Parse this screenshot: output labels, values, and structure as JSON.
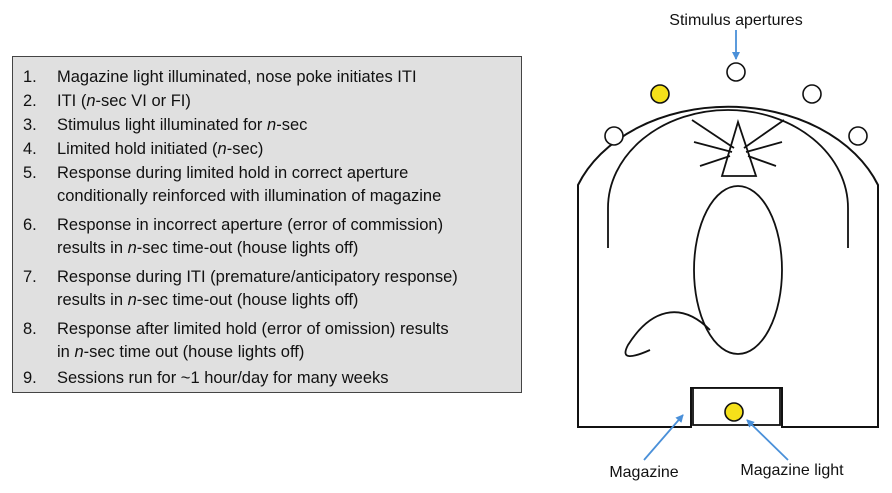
{
  "protocol_steps": [
    {
      "num": "1.",
      "lines": [
        [
          {
            "t": "Magazine light illuminated, nose poke initiates ITI"
          }
        ]
      ]
    },
    {
      "num": "2.",
      "lines": [
        [
          {
            "t": "ITI ("
          },
          {
            "t": "n",
            "i": true
          },
          {
            "t": "-sec VI or FI)"
          }
        ]
      ]
    },
    {
      "num": "3.",
      "lines": [
        [
          {
            "t": "Stimulus light illuminated for "
          },
          {
            "t": "n",
            "i": true
          },
          {
            "t": "-sec"
          }
        ]
      ]
    },
    {
      "num": "4.",
      "lines": [
        [
          {
            "t": "Limited hold initiated ("
          },
          {
            "t": "n",
            "i": true
          },
          {
            "t": "-sec)"
          }
        ]
      ]
    },
    {
      "num": "5.",
      "lines": [
        [
          {
            "t": "Response during limited hold in correct aperture"
          }
        ],
        [
          {
            "t": "conditionally reinforced with illumination of magazine"
          }
        ]
      ]
    },
    {
      "num": "6.",
      "lines": [
        [
          {
            "t": "Response in incorrect aperture (error of commission)"
          }
        ],
        [
          {
            "t": "results in "
          },
          {
            "t": "n",
            "i": true
          },
          {
            "t": "-sec time-out (house lights off)"
          }
        ]
      ]
    },
    {
      "num": "7.",
      "lines": [
        [
          {
            "t": "Response during ITI (premature/anticipatory response)"
          }
        ],
        [
          {
            "t": "results in "
          },
          {
            "t": "n",
            "i": true
          },
          {
            "t": "-sec time-out (house lights off)"
          }
        ]
      ]
    },
    {
      "num": "8.",
      "lines": [
        [
          {
            "t": "Response after limited hold (error of omission) results"
          }
        ],
        [
          {
            "t": "in "
          },
          {
            "t": "n",
            "i": true
          },
          {
            "t": "-sec time out (house lights off)"
          }
        ]
      ]
    },
    {
      "num": "9.",
      "lines": [
        [
          {
            "t": "Sessions run for ~1 hour/day for many weeks"
          }
        ]
      ]
    }
  ],
  "diagram": {
    "stimulus_apertures_label": "Stimulus apertures",
    "magazine_label": "Magazine",
    "magazine_light_label": "Magazine light",
    "apertures": [
      {
        "index": 1,
        "lit": false
      },
      {
        "index": 2,
        "lit": true
      },
      {
        "index": 3,
        "lit": false
      },
      {
        "index": 4,
        "lit": false
      },
      {
        "index": 5,
        "lit": false
      }
    ],
    "magazine_light_lit": true
  },
  "colors": {
    "box_fill": "#e0e0e0",
    "lit_light": "#f5e11a",
    "arrow": "#4a90d9",
    "outline": "#111111"
  }
}
